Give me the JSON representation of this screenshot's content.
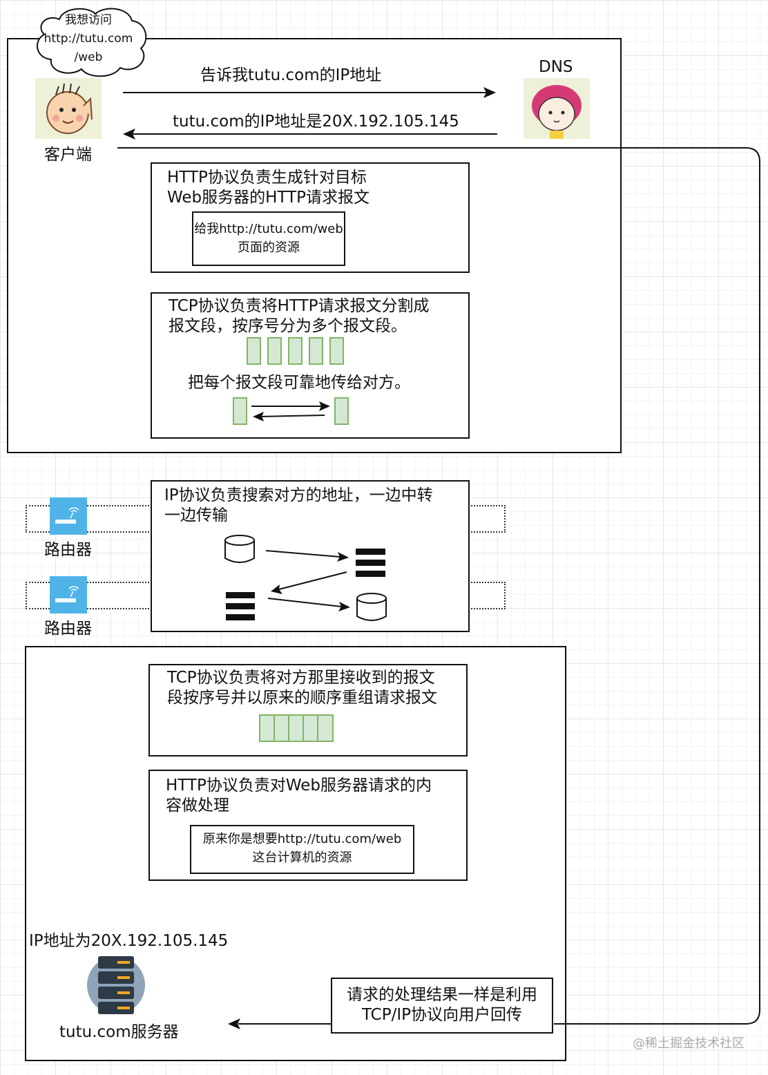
{
  "cloud_text": "我想访问\nhttp://tutu.com\n/web",
  "client_label": "客户端",
  "dns_label": "DNS",
  "arrow_to_dns": "告诉我tutu.com的IP地址",
  "arrow_from_dns": "tutu.com的IP地址是20X.192.105.145",
  "http_client_box": {
    "title": "HTTP协议负责生成针对目标\nWeb服务器的HTTP请求报文",
    "inner": "给我http://tutu.com/web\n页面的资源"
  },
  "tcp_client_box": {
    "title": "TCP协议负责将HTTP请求报文分割成\n报文段，按序号分为多个报文段。",
    "subtitle": "把每个报文段可靠地传给对方。"
  },
  "ip_box": {
    "title": "IP协议负责搜索对方的地址，一边中转\n一边传输"
  },
  "router_label_1": "路由器",
  "router_label_2": "路由器",
  "tcp_server_box": {
    "title": "TCP协议负责将对方那里接收到的报文\n段按序号并以原来的顺序重组请求报文"
  },
  "http_server_box": {
    "title": "HTTP协议负责对Web服务器请求的内\n容做处理",
    "inner": "原来你是想要http://tutu.com/web\n这台计算机的资源"
  },
  "server_ip": "IP地址为20X.192.105.145",
  "server_label": "tutu.com服务器",
  "return_box": "请求的处理结果一样是利用\nTCP/IP协议向用户回传",
  "watermark": "@稀土掘金技术社区",
  "colors": {
    "segment_fill": "#d5e8d4",
    "segment_stroke": "#82b366",
    "router_blue": "#4fb3e8"
  }
}
